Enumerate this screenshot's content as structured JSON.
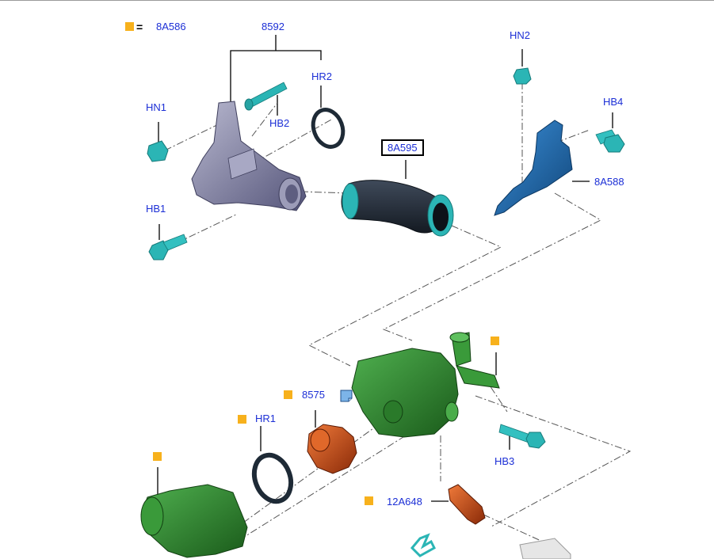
{
  "legend": {
    "equals": "=",
    "part": "8A586",
    "marker_color": "#f7b11c"
  },
  "labels": {
    "p8592": "8592",
    "hr2": "HR2",
    "hn1": "HN1",
    "hb2": "HB2",
    "hb1": "HB1",
    "p8a595": "8A595",
    "hn2": "HN2",
    "hb4": "HB4",
    "p8a588": "8A588",
    "p8575": "8575",
    "hr1": "HR1",
    "hb3": "HB3",
    "p12a648": "12A648"
  },
  "colors": {
    "label_text": "#1c2fd6",
    "fastener": "#2bb5b5",
    "housing_grey": "#7f7fa0",
    "hose": "#2b3340",
    "bracket": "#1f6fb8",
    "thermostat_housing": "#2f8a2f",
    "thermostat": "#d2561e",
    "seal": "#2a3a4a"
  },
  "icons": {
    "note": "note-icon"
  }
}
